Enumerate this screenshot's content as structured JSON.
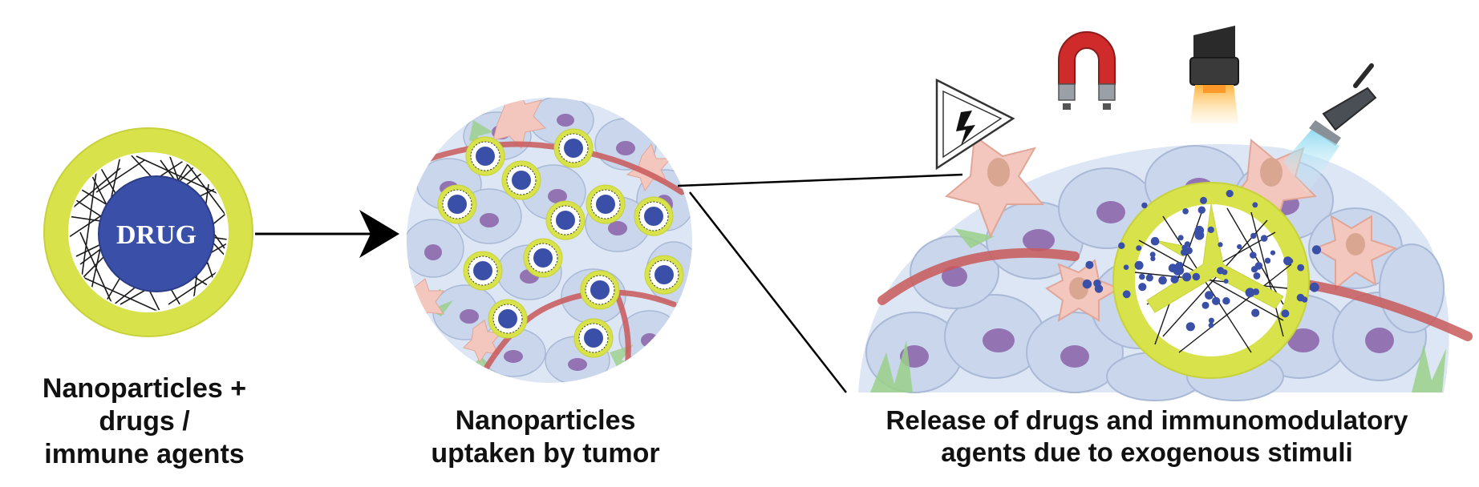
{
  "core_label": "DRUG",
  "captions": {
    "left": [
      "Nanoparticles +",
      "drugs /",
      "immune agents"
    ],
    "middle": [
      "Nanoparticles",
      "uptaken by tumor"
    ],
    "right": [
      "Release of drugs and immunomodulatory",
      "agents due to exogenous stimuli"
    ]
  },
  "stimuli_icons": [
    "electric-hazard-icon",
    "magnet-icon",
    "heat-lamp-icon",
    "ultrasound-probe-icon"
  ],
  "colors": {
    "shell": "#d8e24a",
    "drug_core": "#3a4fa8",
    "tumor_cell": "#c9d6ec",
    "nucleus": "#8a62a8",
    "fibroblast": "#f3c7bd",
    "vessel": "#c9595a",
    "stroma": "#9ad08a"
  }
}
